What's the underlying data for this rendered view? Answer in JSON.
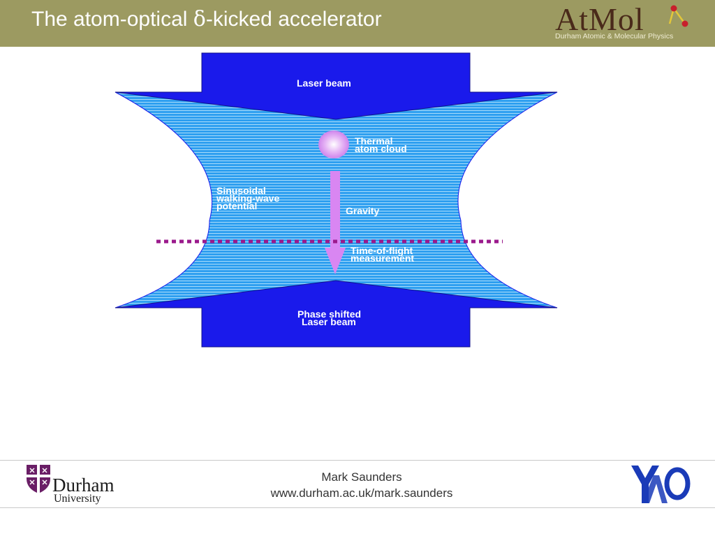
{
  "header": {
    "title_prefix": "The atom-optical ",
    "title_symbol": "δ",
    "title_suffix": "-kicked accelerator"
  },
  "logo_atmol": {
    "wordmark": "AtMol",
    "subtitle": "Durham Atomic & Molecular Physics"
  },
  "diagram": {
    "labels": {
      "laser_beam": "Laser beam",
      "thermal_line1": "Thermal",
      "thermal_line2": "atom cloud",
      "sinusoidal_line1": "Sinusoidal",
      "sinusoidal_line2": "walking-wave",
      "sinusoidal_line3": "potential",
      "gravity": "Gravity",
      "tof_line1": "Time-of-flight",
      "tof_line2": "measurement",
      "phase_line1": "Phase shifted",
      "phase_line2": "Laser beam"
    }
  },
  "footer": {
    "university_name": "Durham",
    "university_sub": "University",
    "author": "Mark Saunders",
    "url": "www.durham.ac.uk/mark.saunders",
    "yao_logo": "YAO"
  },
  "colors": {
    "header_bg": "#9c9a61",
    "beam_blue": "#1a1aeb",
    "wave_blue": "#2e9ff0",
    "gravity_arrow": "#d986f2",
    "dotted_line": "#9b1a8c",
    "durham_purple": "#6a1e66",
    "yao_blue": "#1a3bb8"
  },
  "icons": {
    "atmol_mark": "molecule-icon",
    "durham_crest": "shield-crest-icon"
  }
}
